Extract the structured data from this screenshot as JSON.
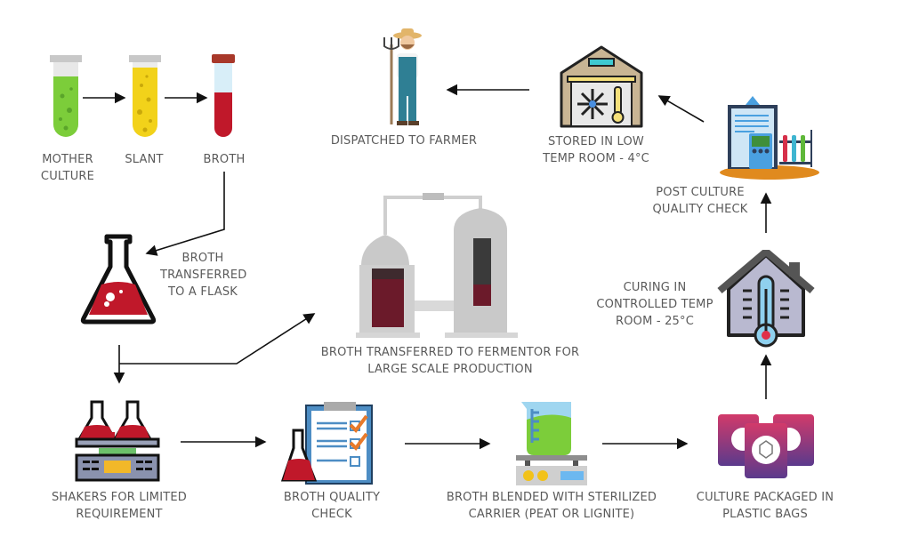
{
  "diagram": {
    "type": "process-flow",
    "steps": [
      {
        "id": "mother-culture",
        "lines": [
          "MOTHER",
          "CULTURE"
        ],
        "icon": "green-test-tube-icon"
      },
      {
        "id": "slant",
        "lines": [
          "SLANT"
        ],
        "icon": "yellow-test-tube-icon"
      },
      {
        "id": "broth",
        "lines": [
          "BROTH"
        ],
        "icon": "red-test-tube-icon"
      },
      {
        "id": "broth-flask",
        "lines": [
          "BROTH",
          "TRANSFERRED",
          "TO A FLASK"
        ],
        "icon": "erlenmeyer-flask-icon"
      },
      {
        "id": "fermentor",
        "lines": [
          "BROTH TRANSFERRED TO FERMENTOR FOR",
          "LARGE SCALE PRODUCTION"
        ],
        "icon": "fermentor-tanks-icon"
      },
      {
        "id": "shakers",
        "lines": [
          "SHAKERS FOR LIMITED",
          "REQUIREMENT"
        ],
        "icon": "shaker-icon"
      },
      {
        "id": "broth-quality",
        "lines": [
          "BROTH QUALITY",
          "CHECK"
        ],
        "icon": "clipboard-flask-icon"
      },
      {
        "id": "blended",
        "lines": [
          "BROTH BLENDED WITH STERILIZED",
          "CARRIER (PEAT OR LIGNITE)"
        ],
        "icon": "beaker-stirrer-icon"
      },
      {
        "id": "packaged",
        "lines": [
          "CULTURE PACKAGED IN",
          "PLASTIC BAGS"
        ],
        "icon": "plastic-bags-icon"
      },
      {
        "id": "curing",
        "lines": [
          "CURING IN",
          "CONTROLLED TEMP",
          "ROOM - 25°C"
        ],
        "icon": "house-thermometer-icon"
      },
      {
        "id": "post-quality",
        "lines": [
          "POST CULTURE",
          "QUALITY CHECK"
        ],
        "icon": "lab-clipboard-icon"
      },
      {
        "id": "stored",
        "lines": [
          "STORED IN LOW",
          "TEMP ROOM - 4°C"
        ],
        "icon": "cold-storage-icon"
      },
      {
        "id": "dispatched",
        "lines": [
          "DISPATCHED TO FARMER"
        ],
        "icon": "farmer-icon"
      }
    ],
    "flow": [
      [
        "mother-culture",
        "slant"
      ],
      [
        "slant",
        "broth"
      ],
      [
        "broth",
        "broth-flask"
      ],
      [
        "broth-flask",
        "shakers"
      ],
      [
        "broth-flask",
        "fermentor"
      ],
      [
        "shakers",
        "broth-quality"
      ],
      [
        "broth-quality",
        "blended"
      ],
      [
        "blended",
        "packaged"
      ],
      [
        "packaged",
        "curing"
      ],
      [
        "curing",
        "post-quality"
      ],
      [
        "post-quality",
        "stored"
      ],
      [
        "stored",
        "dispatched"
      ]
    ],
    "colors": {
      "text": "#5a5a5a",
      "arrow": "#111111",
      "green": "#7ccd3a",
      "yellow": "#f2d21a",
      "broth_red": "#c0182a",
      "bag_magenta": "#c8336f",
      "bag_purple": "#5b3a8c"
    }
  }
}
